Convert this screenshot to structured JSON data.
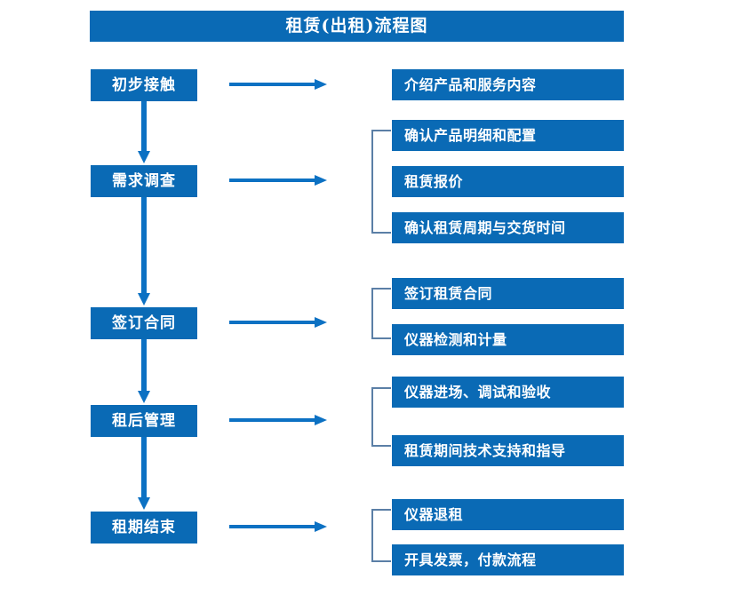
{
  "header": {
    "title": "租赁(出租)流程图"
  },
  "colors": {
    "box_blue": "#0a6ab5",
    "arrow_blue": "#0c71c3",
    "bracket_gray_blue": "#5b7fa6",
    "box_text": "#ffffff",
    "background": "#ffffff"
  },
  "stages": [
    {
      "label": "初步接触"
    },
    {
      "label": "需求调查"
    },
    {
      "label": "签订合同"
    },
    {
      "label": "租后管理"
    },
    {
      "label": "租期结束"
    }
  ],
  "details": [
    {
      "label": "介绍产品和服务内容"
    },
    {
      "label": "确认产品明细和配置"
    },
    {
      "label": "租赁报价"
    },
    {
      "label": "确认租赁周期与交货时间"
    },
    {
      "label": "签订租赁合同"
    },
    {
      "label": "仪器检测和计量"
    },
    {
      "label": "仪器进场、调试和验收"
    },
    {
      "label": "租赁期间技术支持和指导"
    },
    {
      "label": "仪器退租"
    },
    {
      "label": "开具发票，付款流程"
    }
  ],
  "connectors": {
    "horizontal_arrows": 5,
    "vertical_arrows": 4,
    "brackets": 4
  }
}
